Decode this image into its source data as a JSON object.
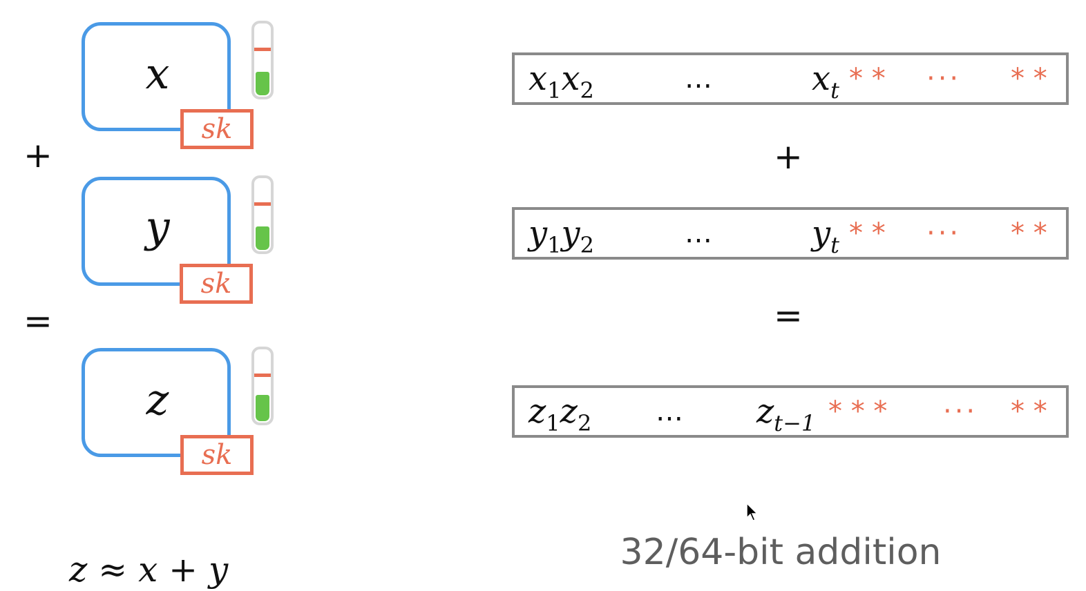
{
  "left": {
    "operator_plus": "+",
    "operator_equals": "=",
    "ciphertexts": [
      {
        "var": "x",
        "key": "sk",
        "noise_level": 0.32
      },
      {
        "var": "y",
        "key": "sk",
        "noise_level": 0.32
      },
      {
        "var": "z",
        "key": "sk",
        "noise_level": 0.36
      }
    ],
    "formula": {
      "a": "z",
      "approx": "≈",
      "b": "x",
      "plus": "+",
      "c": "y"
    }
  },
  "right": {
    "operator_plus": "+",
    "operator_equals": "=",
    "registers": [
      {
        "t1": "x",
        "s1": "1",
        "t2": "x",
        "s2": "2",
        "dots": "…",
        "t3": "x",
        "s3": "t",
        "stars_a": "* *",
        "red_dots": "···",
        "stars_b": "* *"
      },
      {
        "t1": "y",
        "s1": "1",
        "t2": "y",
        "s2": "2",
        "dots": "…",
        "t3": "y",
        "s3": "t",
        "stars_a": "* *",
        "red_dots": "···",
        "stars_b": "* *"
      },
      {
        "t1": "z",
        "s1": "1",
        "t2": "z",
        "s2": "2",
        "dots": "…",
        "t3": "z",
        "s3": "t−1",
        "stars_a": "* * *",
        "red_dots": "···",
        "stars_b": "* *"
      }
    ],
    "caption": "32/64-bit addition"
  },
  "colors": {
    "ciphertext_border": "#4a9ae6",
    "secret_key": "#e86e52",
    "noise_fill": "#66c44a",
    "register_border": "#8a8a8a",
    "caption_text": "#5e5e5e"
  }
}
